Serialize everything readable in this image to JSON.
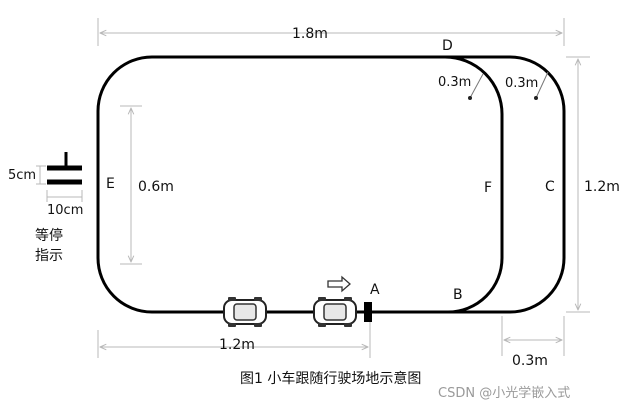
{
  "dimensions": {
    "top_width": "1.8m",
    "right_height": "1.2m",
    "left_height": "0.6m",
    "bottom_width": "1.2m",
    "bottom_right_width": "0.3m",
    "radius_inner": "0.3m",
    "radius_outer": "0.3m"
  },
  "points": {
    "A": "A",
    "B": "B",
    "C": "C",
    "D": "D",
    "E": "E",
    "F": "F"
  },
  "stop_marker": {
    "height": "5cm",
    "width": "10cm",
    "label_line1": "等停",
    "label_line2": "指示"
  },
  "caption": "图1  小车跟随行驶场地示意图",
  "watermark": "CSDN @小光学嵌入式",
  "colors": {
    "track": "#000000",
    "dimension_line": "#b8b8b8",
    "text": "#111111"
  }
}
